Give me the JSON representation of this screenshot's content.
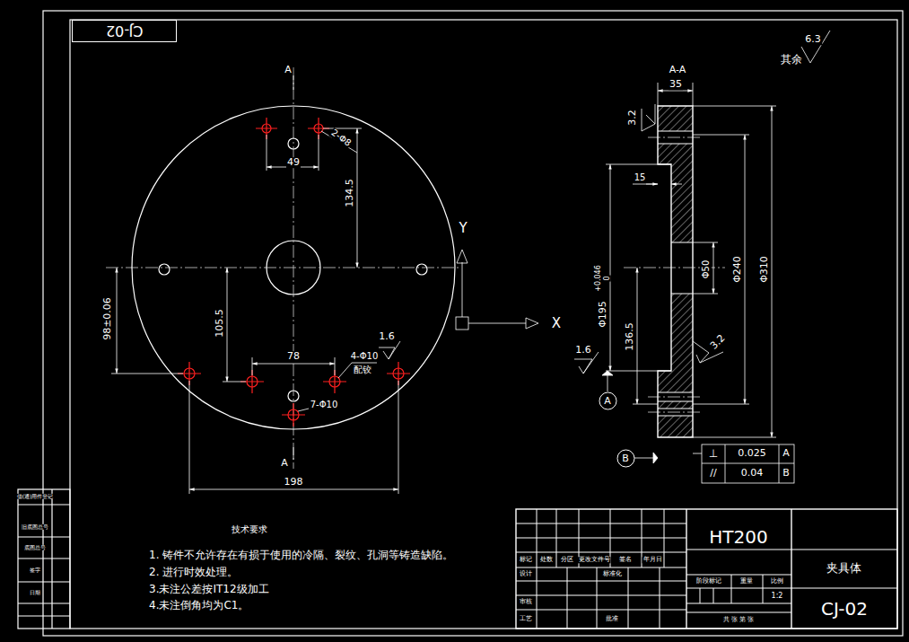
{
  "diagram": {
    "nodes": [
      {
        "text": [
          "CJ-02"
        ]
      },
      {
        "text": [
          "A"
        ]
      },
      {
        "text": [
          "B"
        ]
      }
    ],
    "labels": [
      "6.3",
      "其余",
      "A",
      "A",
      "A-A",
      "49",
      "2-Φ8",
      "134.5",
      "Y",
      "X",
      "98±0.06",
      "105.5",
      "78",
      "4-Φ10",
      "配铰",
      "1.6",
      "7-Φ10",
      "198",
      "35",
      "3.2",
      "15",
      "Φ195",
      "+0.046",
      "0",
      "Φ50",
      "Φ240",
      "Φ310",
      "136.5",
      "3.2",
      "1.6",
      "⊥",
      "0.025",
      "A",
      "//",
      "0.04",
      "B",
      "技术要求",
      "1. 铸件不允许存在有损于使用的冷隔、裂纹、孔洞等铸造缺陷。",
      "2. 进行时效处理。",
      "3.未注公差按IT12级加工",
      "4.未注倒角均为C1。",
      "HT200",
      "夹具体",
      "CJ-02",
      "1:2",
      "标记",
      "处数",
      "分区",
      "更改文件号",
      "签名",
      "年月日",
      "设计",
      "标准化",
      "阶段标记",
      "重量",
      "比例",
      "审核",
      "工艺",
      "批准",
      "共 张 第 张",
      "借(通)用件登记",
      "旧底图总号",
      "底图总号",
      "签字",
      "日期"
    ]
  }
}
